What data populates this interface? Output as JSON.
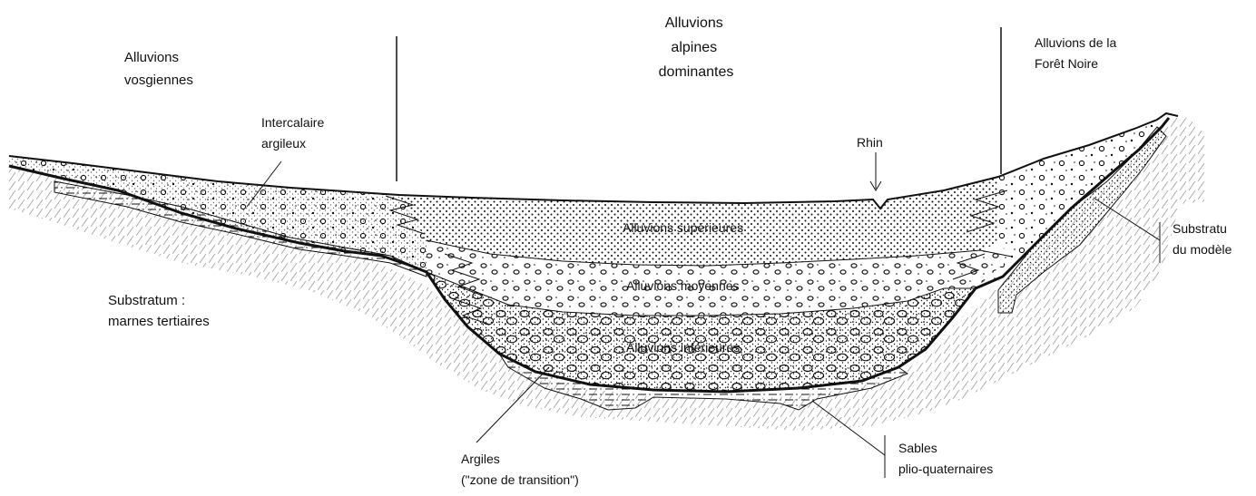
{
  "labels": {
    "alluvions_vosgiennes": [
      "Alluvions",
      "vosgiennes"
    ],
    "alluvions_alpines": [
      "Alluvions",
      "alpines",
      "dominantes"
    ],
    "alluvions_foret_noire": [
      "Alluvions de la",
      "Forêt Noire"
    ],
    "intercalaire": [
      "Intercalaire",
      "argileux"
    ],
    "rhin": "Rhin",
    "sup": "Alluvions supérieures",
    "moy": "Alluvions moyennes",
    "inf": "Alluvions inférieures",
    "substratum_marnes": [
      "Substratum :",
      "marnes tertiaires"
    ],
    "substratum_modele": [
      "Substratu",
      "du modèle"
    ],
    "argiles": [
      "Argiles",
      "(\"zone de transition\")"
    ],
    "sables": [
      "Sables",
      "plio-quaternaires"
    ]
  },
  "colors": {
    "ink": "#111111",
    "background": "#ffffff"
  }
}
